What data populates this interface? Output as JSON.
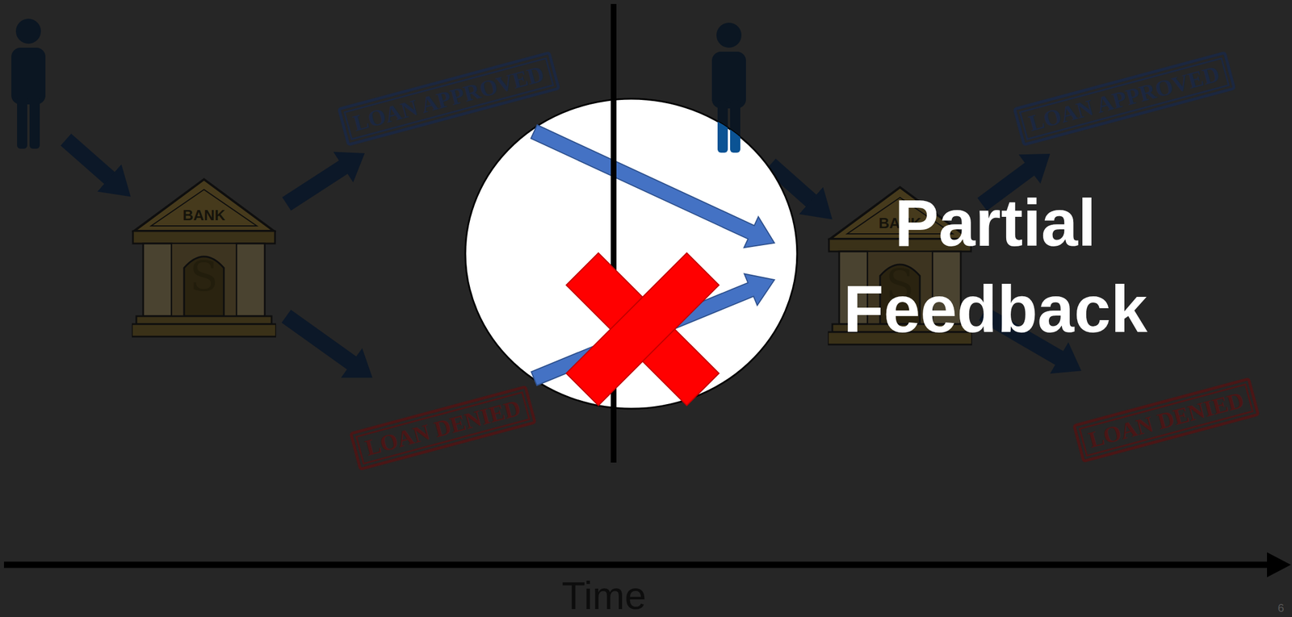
{
  "diagram": {
    "title": "Partial Feedback",
    "nodes": [
      {
        "text": [
          "BANK",
          "S"
        ]
      },
      {
        "text": [
          "LOAN APPROVED"
        ]
      },
      {
        "text": [
          "LOAN DENIED"
        ]
      },
      {
        "text": [
          "BANK",
          "S"
        ]
      },
      {
        "text": [
          "LOAN APPROVED"
        ]
      },
      {
        "text": [
          "LOAN DENIED"
        ]
      }
    ],
    "edges": [
      {
        "from": 0,
        "to": 1,
        "arrow": "to"
      },
      {
        "from": 0,
        "to": 2,
        "arrow": "to"
      },
      {
        "from": 3,
        "to": 4,
        "arrow": "to"
      },
      {
        "from": 3,
        "to": 5,
        "arrow": "to"
      }
    ],
    "labels": [
      "Time",
      "6"
    ]
  }
}
